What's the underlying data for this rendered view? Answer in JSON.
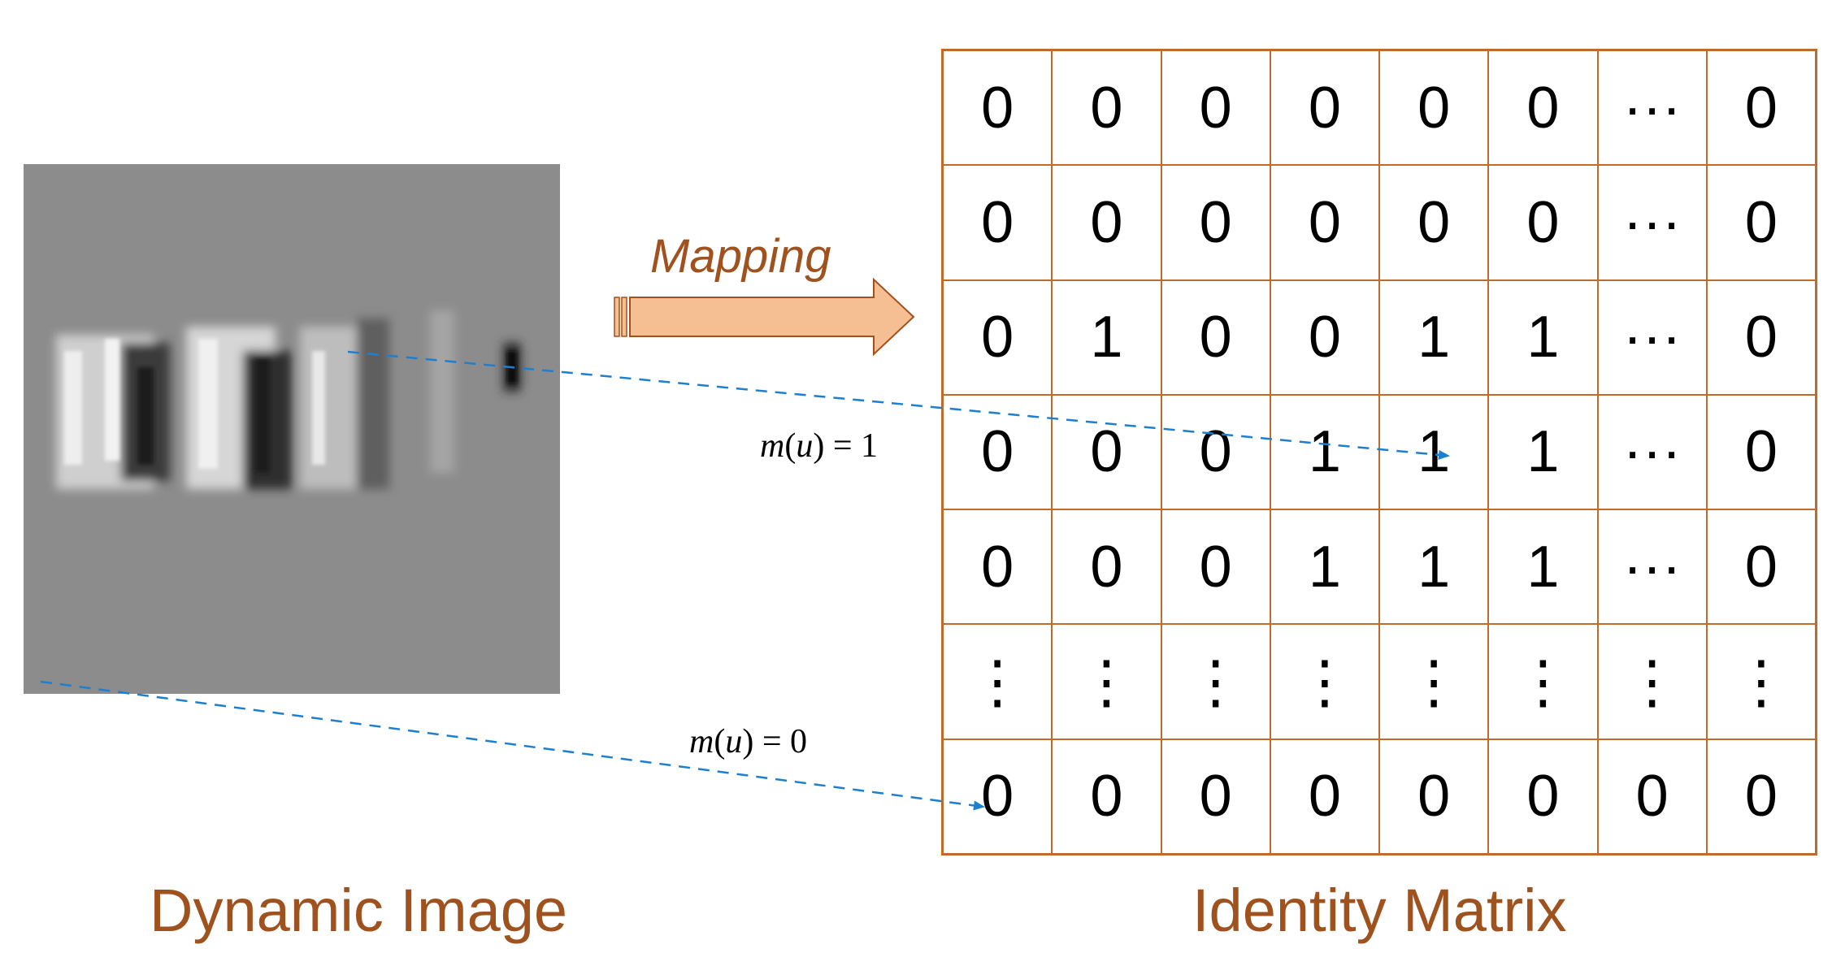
{
  "captions": {
    "left": "Dynamic Image",
    "right": "Identity Matrix"
  },
  "mapping_label": "Mapping",
  "equations": {
    "upper": {
      "fn": "m",
      "arg": "u",
      "value": "1"
    },
    "lower": {
      "fn": "m",
      "arg": "u",
      "value": "0"
    }
  },
  "matrix": {
    "rows": [
      [
        "0",
        "0",
        "0",
        "0",
        "0",
        "0",
        "···",
        "0"
      ],
      [
        "0",
        "0",
        "0",
        "0",
        "0",
        "0",
        "···",
        "0"
      ],
      [
        "0",
        "1",
        "0",
        "0",
        "1",
        "1",
        "···",
        "0"
      ],
      [
        "0",
        "0",
        "0",
        "1",
        "1",
        "1",
        "···",
        "0"
      ],
      [
        "0",
        "0",
        "0",
        "1",
        "1",
        "1",
        "···",
        "0"
      ],
      [
        "⋮",
        "⋮",
        "⋮",
        "⋮",
        "⋮",
        "⋮",
        "⋮",
        "⋮"
      ],
      [
        "0",
        "0",
        "0",
        "0",
        "0",
        "0",
        "0",
        "0"
      ]
    ]
  },
  "colors": {
    "accent": "#a0521e",
    "grid": "#c06a2b",
    "arrow_fill": "#f6be93",
    "dashed": "#1f7fcf"
  }
}
